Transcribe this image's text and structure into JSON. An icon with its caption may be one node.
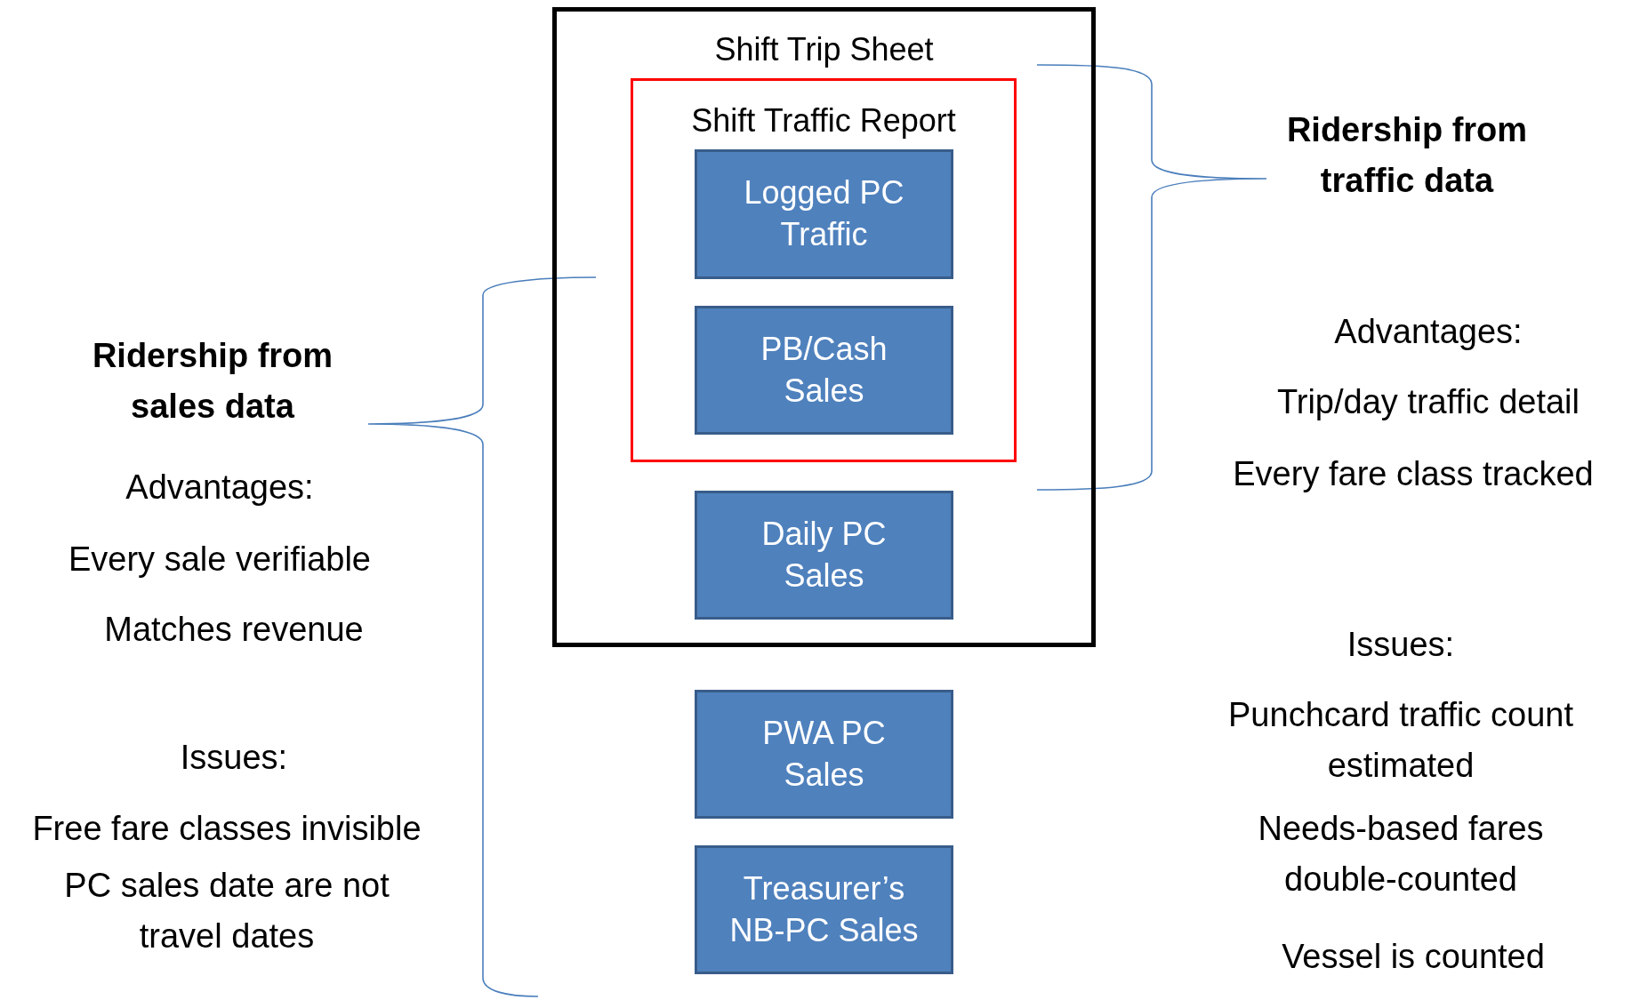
{
  "diagram": {
    "nodes": [
      {
        "text": [
          "Shift Trip Sheet"
        ]
      },
      {
        "text": [
          "Shift Traffic Report"
        ],
        "in": 0
      },
      {
        "text": [
          "Logged PC Traffic"
        ],
        "in": 1
      },
      {
        "text": [
          "PB/Cash Sales"
        ],
        "in": 1
      },
      {
        "text": [
          "Daily PC Sales"
        ],
        "in": 0
      },
      {
        "text": [
          "PWA PC Sales"
        ]
      },
      {
        "text": [
          "Treasurer’s NB-PC Sales"
        ]
      }
    ],
    "labels": [
      "Ridership from traffic data",
      "Advantages:",
      "Trip/day traffic detail",
      "Every fare class tracked",
      "Issues:",
      "Punchcard traffic count estimated",
      "Needs-based fares double-counted",
      "Vessel is counted",
      "Ridership from sales data",
      "Advantages:",
      "Every sale verifiable",
      "Matches revenue",
      "Issues:",
      "Free fare classes invisible",
      "PC sales date are not travel dates"
    ]
  }
}
